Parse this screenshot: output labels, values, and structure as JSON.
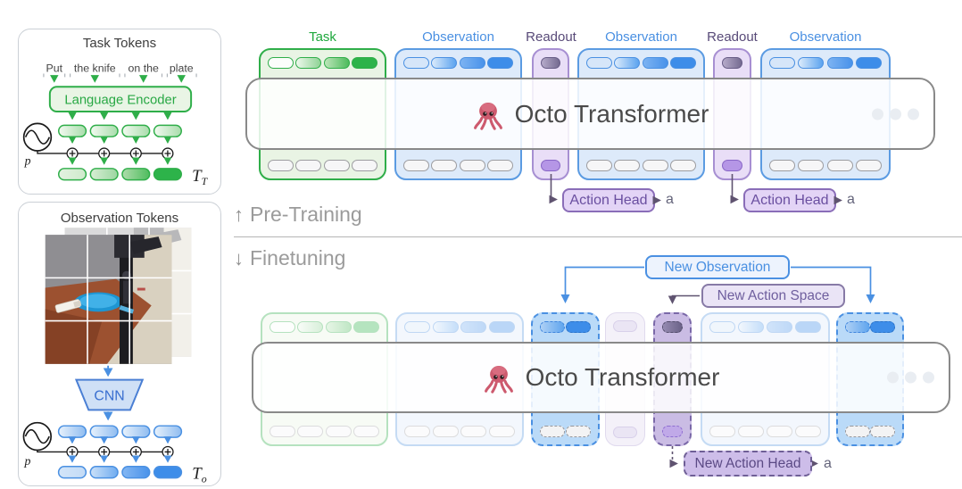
{
  "left_panels": {
    "task": {
      "title": "Task Tokens",
      "words": [
        "Put",
        "the knife",
        "on the",
        "plate"
      ],
      "encoder_label": "Language Encoder",
      "position_symbol": "p",
      "output_symbol": "T",
      "output_subscript": "T"
    },
    "observation": {
      "title": "Observation Tokens",
      "cnn_label": "CNN",
      "position_symbol": "p",
      "output_symbol": "T",
      "output_subscript": "o"
    }
  },
  "pretraining": {
    "arrow": "↑",
    "section_label": "Pre-Training",
    "column_labels": [
      "Task",
      "Observation",
      "Readout",
      "Observation",
      "Readout",
      "Observation"
    ],
    "transformer_title": "Octo Transformer",
    "action_head_label": "Action Head",
    "action_output_symbol": "a"
  },
  "finetuning": {
    "arrow": "↓",
    "section_label": "Finetuning",
    "transformer_title": "Octo Transformer",
    "new_observation_label": "New Observation",
    "new_action_space_label": "New Action Space",
    "new_action_head_label": "New Action Head",
    "action_output_symbol": "a"
  },
  "colors": {
    "task_green": "#2fae49",
    "observation_blue": "#4a90e2",
    "readout_purple": "#584a78",
    "action_purple": "#8a6db8",
    "transformer_border": "#898989",
    "section_gray": "#9b9b9b"
  }
}
